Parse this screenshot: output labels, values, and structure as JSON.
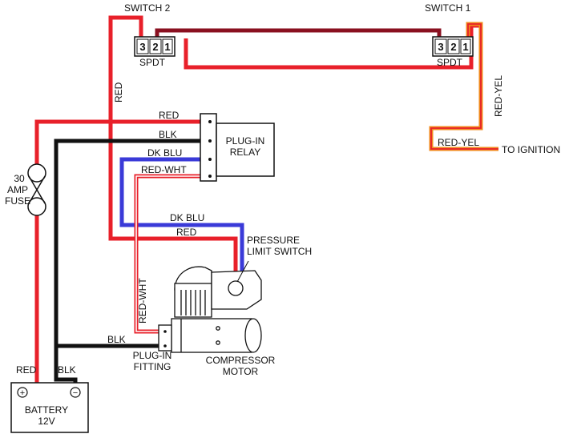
{
  "switch1": {
    "title": "SWITCH 1",
    "type": "SPDT",
    "pins": [
      "3",
      "2",
      "1"
    ]
  },
  "switch2": {
    "title": "SWITCH 2",
    "type": "SPDT",
    "pins": [
      "3",
      "2",
      "1"
    ]
  },
  "relay": {
    "line1": "PLUG-IN",
    "line2": "RELAY"
  },
  "fuse": {
    "line1": "30",
    "line2": "AMP",
    "line3": "FUSE"
  },
  "battery": {
    "line1": "BATTERY",
    "line2": "12V",
    "plus": "+",
    "minus": "−"
  },
  "pressure_switch": {
    "line1": "PRESSURE",
    "line2": "LIMIT SWITCH"
  },
  "compressor": {
    "line1": "COMPRESSOR",
    "line2": "MOTOR"
  },
  "fitting": {
    "line1": "PLUG-IN",
    "line2": "FITTING"
  },
  "ignition": {
    "label": "TO IGNITION"
  },
  "wire_labels": {
    "red_sw2": "RED",
    "red_relay": "RED",
    "blk_relay": "BLK",
    "dkblu_relay": "DK BLU",
    "redwht_relay": "RED-WHT",
    "dkblu_comp": "DK BLU",
    "red_comp": "RED",
    "redyel_vertical": "RED-YEL",
    "redyel_horizontal": "RED-YEL",
    "redwht_vertical": "RED-WHT",
    "blk_fitting": "BLK",
    "red_battery": "RED",
    "blk_battery": "BLK"
  },
  "colors": {
    "red": "#e8202a",
    "dark_red": "#8a1020",
    "black": "#111111",
    "blue": "#3a3ad8",
    "orange": "#f08a1c"
  }
}
